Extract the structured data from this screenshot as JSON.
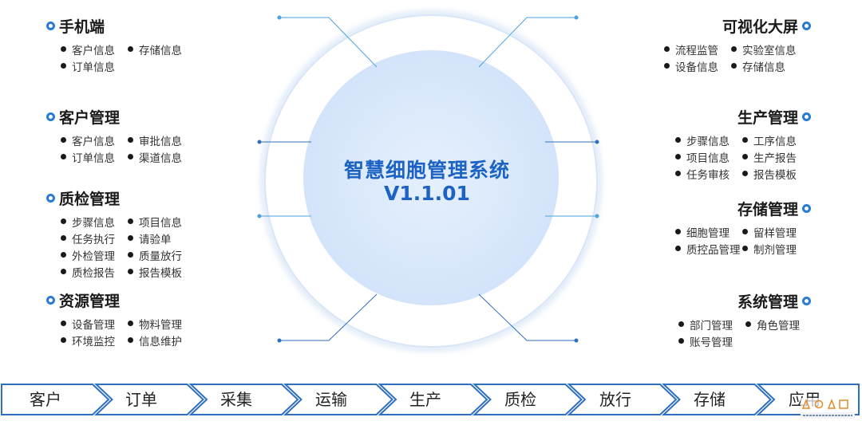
{
  "center": {
    "title": "智慧细胞管理系统",
    "version": "V1.1.01"
  },
  "colors": {
    "accent": "#2a7bd3",
    "circle_fill": "#dbe9fb",
    "flow_stroke": "#2f6fc0",
    "title": "#1c63c4"
  },
  "left_modules": [
    {
      "title": "手机端",
      "items": [
        "客户信息",
        "存储信息",
        "订单信息"
      ]
    },
    {
      "title": "客户管理",
      "items": [
        "客户信息",
        "审批信息",
        "订单信息",
        "渠道信息"
      ]
    },
    {
      "title": "质检管理",
      "items": [
        "步骤信息",
        "项目信息",
        "任务执行",
        "请验单",
        "外检管理",
        "质量放行",
        "质检报告",
        "报告模板"
      ]
    },
    {
      "title": "资源管理",
      "items": [
        "设备管理",
        "物料管理",
        "环境监控",
        "信息维护"
      ]
    }
  ],
  "right_modules": [
    {
      "title": "可视化大屏",
      "items": [
        "流程监管",
        "实验室信息",
        "设备信息",
        "存储信息"
      ]
    },
    {
      "title": "生产管理",
      "items": [
        "步骤信息",
        "工序信息",
        "项目信息",
        "生产报告",
        "任务审核",
        "报告模板"
      ]
    },
    {
      "title": "存储管理",
      "items": [
        "细胞管理",
        "留样管理",
        "质控品管理",
        "制剂管理"
      ]
    },
    {
      "title": "系统管理",
      "items": [
        "部门管理",
        "角色管理",
        "账号管理"
      ]
    }
  ],
  "flow": [
    "客户",
    "订单",
    "采集",
    "运输",
    "生产",
    "质检",
    "放行",
    "存储",
    "应用"
  ]
}
